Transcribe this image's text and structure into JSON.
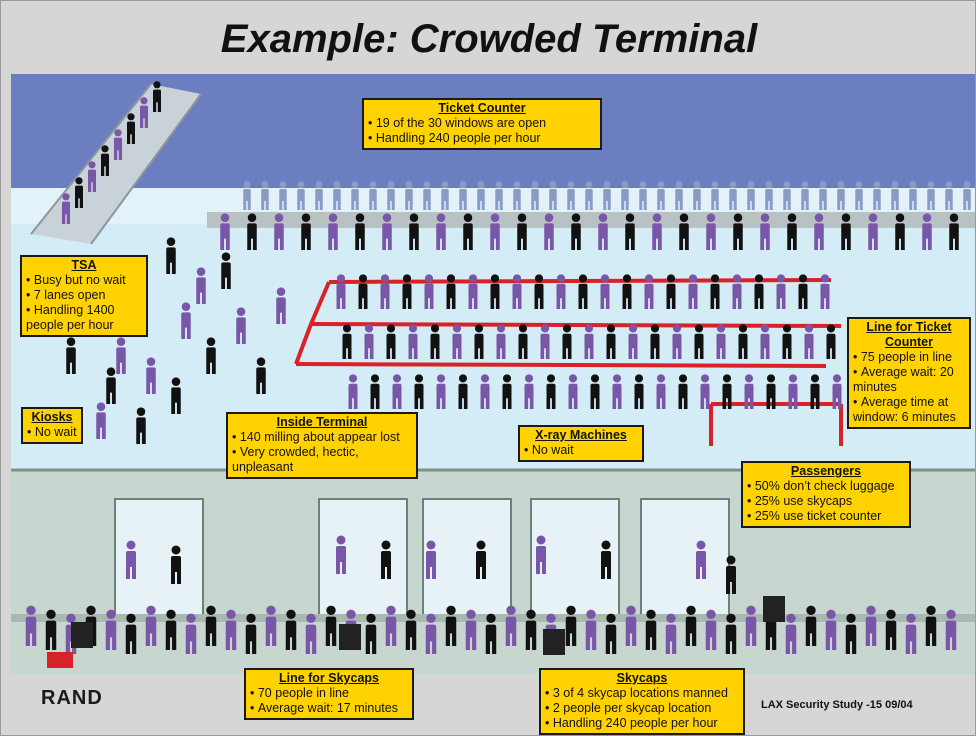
{
  "title": "Example: Crowded Terminal",
  "colors": {
    "callout_bg": "#ffd200",
    "floor_upper": "#d4ecf6",
    "wall_back": "#6b7fc0",
    "floor_lower": "#c7d6cf",
    "stanchion_red": "#d8222a"
  },
  "boxes": {
    "ticket_counter": {
      "heading": "Ticket Counter",
      "lines": [
        "19 of the 30 windows are open",
        "Handling 240 people per hour"
      ]
    },
    "tsa": {
      "heading": "TSA",
      "lines": [
        "Busy but no wait",
        "7 lanes open",
        "Handling 1400 people per hour"
      ]
    },
    "kiosks": {
      "heading": "Kiosks",
      "lines": [
        "No wait"
      ]
    },
    "inside_terminal": {
      "heading": "Inside Terminal",
      "lines": [
        "140 milling about appear lost",
        "Very crowded, hectic, unpleasant"
      ]
    },
    "xray": {
      "heading": "X-ray Machines",
      "lines": [
        "No wait"
      ]
    },
    "line_ticket": {
      "heading": "Line for Ticket Counter",
      "lines": [
        "75 people in line",
        "Average wait: 20 minutes",
        "Average time at window: 6 minutes"
      ]
    },
    "passengers": {
      "heading": "Passengers",
      "lines": [
        "50% don’t check luggage",
        "25% use skycaps",
        "25% use ticket counter"
      ]
    },
    "line_skycaps": {
      "heading": "Line for Skycaps",
      "lines": [
        "70 people in line",
        "Average wait: 17 minutes"
      ]
    },
    "skycaps": {
      "heading": "Skycaps",
      "lines": [
        "3 of 4 skycap locations manned",
        "2 people per skycap location",
        "Handling 240 people per hour"
      ]
    }
  },
  "logo": "RAND",
  "footer": "LAX Security Study -15  09/04"
}
